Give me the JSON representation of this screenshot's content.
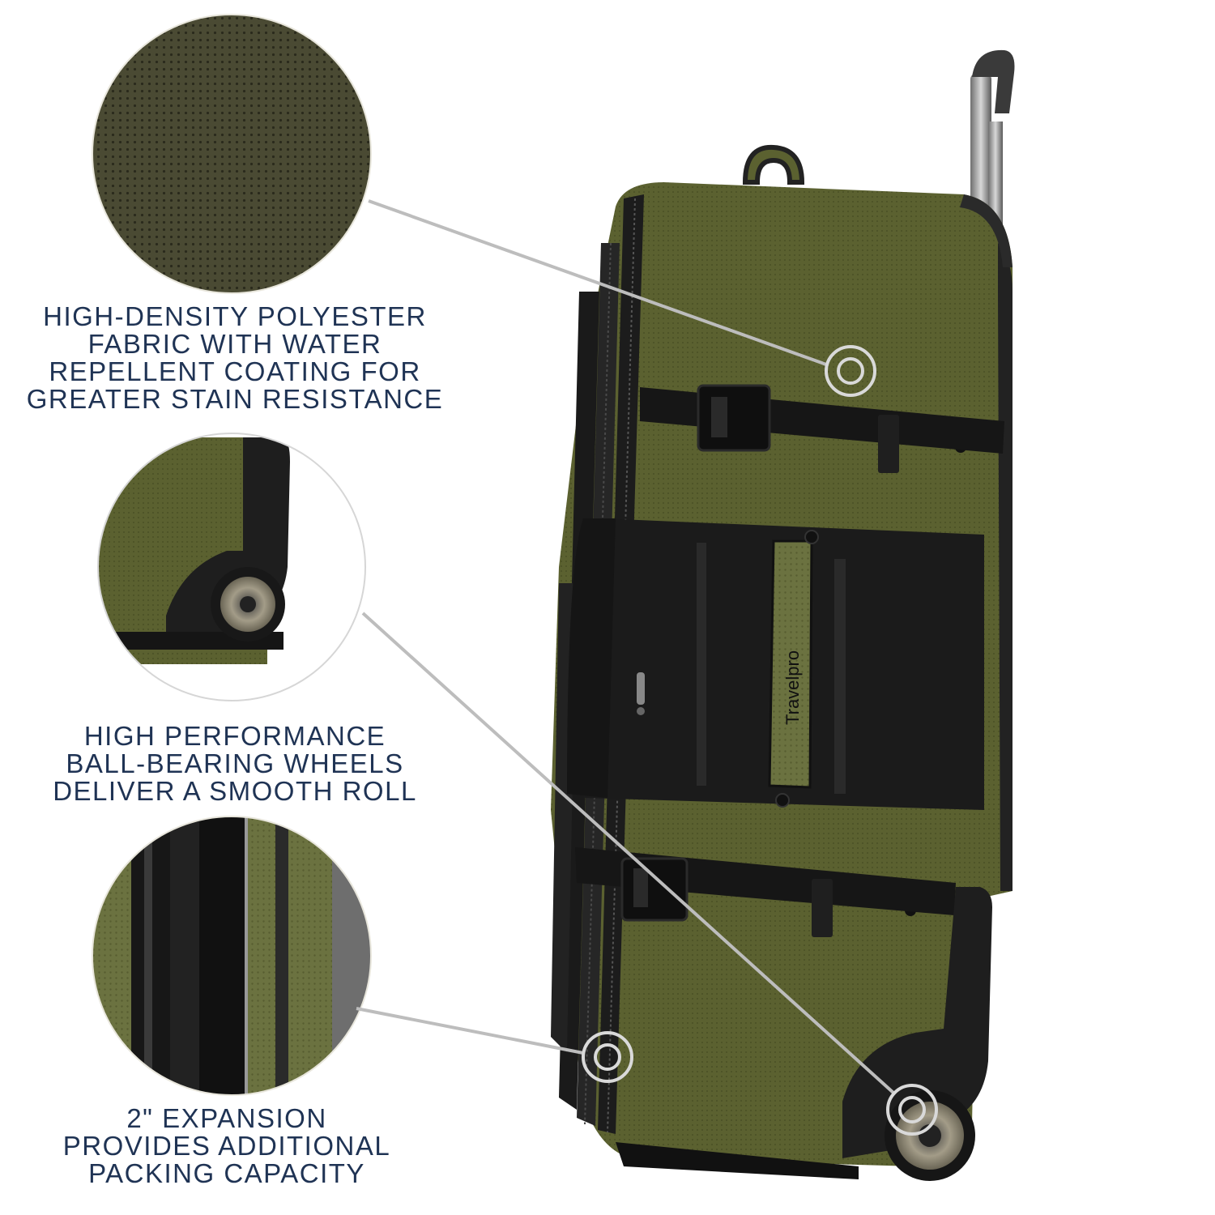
{
  "brand": {
    "name": "Travelpro"
  },
  "colors": {
    "caption_text": "#1f3354",
    "olive_fabric": "#5a5f2c",
    "olive_dark": "#3e4129",
    "black_trim": "#1c1c1c",
    "callout_line": "#b5b5b5",
    "callout_ring": "#d9d9d9"
  },
  "features": [
    {
      "id": "fabric",
      "detail_image": "fabric-texture-closeup",
      "caption_lines": [
        "HIGH-DENSITY POLYESTER",
        "FABRIC WITH WATER",
        "REPELLENT COATING FOR",
        "GREATER STAIN RESISTANCE"
      ]
    },
    {
      "id": "wheels",
      "detail_image": "wheel-closeup",
      "caption_lines": [
        "HIGH PERFORMANCE",
        "BALL-BEARING WHEELS",
        "DELIVER A SMOOTH ROLL"
      ]
    },
    {
      "id": "expansion",
      "detail_image": "expansion-zipper-closeup",
      "caption_lines": [
        "2\" EXPANSION",
        "PROVIDES ADDITIONAL",
        "PACKING CAPACITY"
      ]
    }
  ]
}
